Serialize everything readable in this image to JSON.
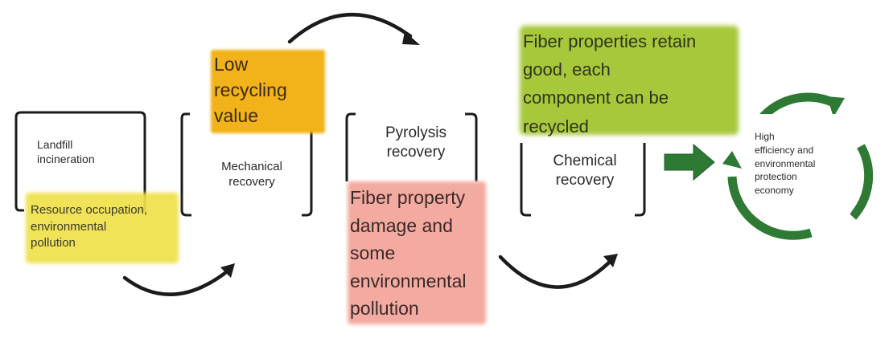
{
  "stages": {
    "landfill": "Landfill\nincineration",
    "mechanical": "Mechanical\nrecovery",
    "pyrolysis": "Pyrolysis\nrecovery",
    "chemical": "Chemical\nrecovery",
    "goal": "High\nefficiency and\nenvironmental\n protection\n economy"
  },
  "notes": {
    "landfill": "Resource occupation,\nenvironmental\npollution",
    "mechanical": "Low\nrecycling\nvalue",
    "pyrolysis": "Fiber property\ndamage and\nsome\nenvironmental\n pollution",
    "chemical": "Fiber properties retain\ngood, each\ncomponent can be\nrecycled"
  },
  "colors": {
    "frame": "#1b1b1b",
    "landfill_note": "#efe14a",
    "mechanical_note": "#f2b31a",
    "pyrolysis_note": "#f3aaa0",
    "chemical_note": "#a7c83a",
    "green_arrow": "#2e7a34"
  }
}
